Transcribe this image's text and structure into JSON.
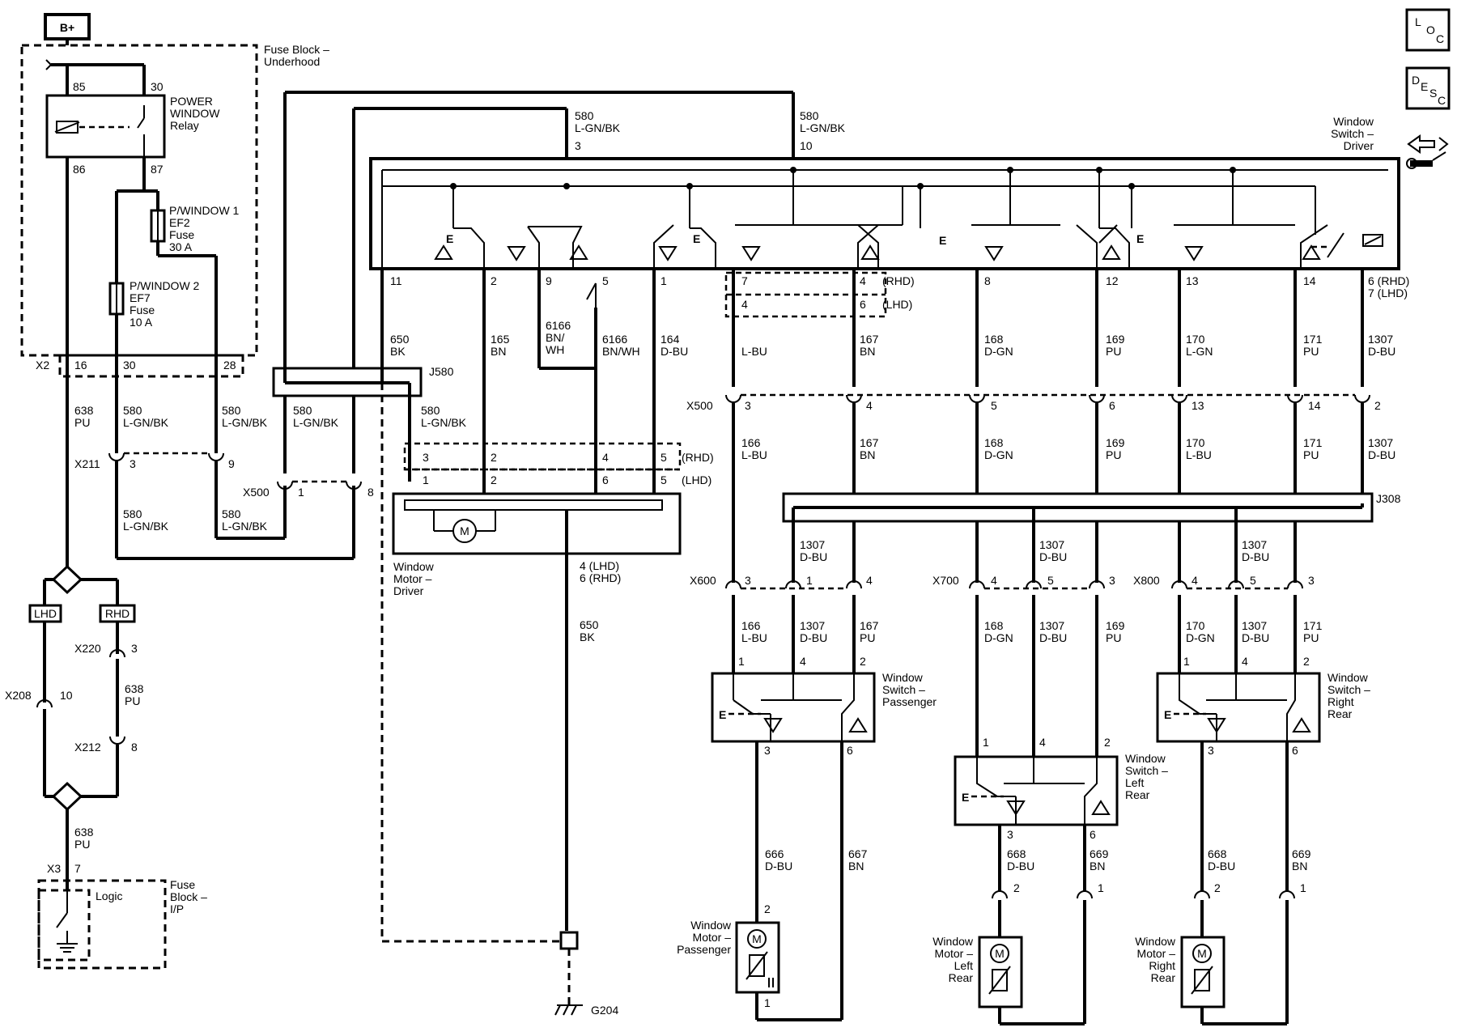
{
  "header": {
    "battery": "B+",
    "loc_letters": [
      "L",
      "O",
      "C"
    ],
    "desc_letters": [
      "D",
      "E",
      "S",
      "C"
    ]
  },
  "fuse_block_underhood": {
    "title_line1": "Fuse Block –",
    "title_line2": "Underhood",
    "relay_label": [
      "POWER",
      "WINDOW",
      "Relay"
    ],
    "relay_pins": [
      "85",
      "30",
      "86",
      "87"
    ],
    "fuse1": [
      "P/WINDOW 1",
      "EF2",
      "Fuse",
      "30 A"
    ],
    "fuse2": [
      "P/WINDOW 2",
      "EF7",
      "Fuse",
      "10 A"
    ],
    "connector": "X2",
    "connector_pins": [
      "16",
      "30",
      "28"
    ]
  },
  "circuits": {
    "c638": [
      "638",
      "PU"
    ],
    "c580": [
      "580",
      "L-GN/BK"
    ],
    "c650": [
      "650",
      "BK"
    ],
    "c165": [
      "165",
      "BN"
    ],
    "c6166a": [
      "6166",
      "BN/",
      "WH"
    ],
    "c6166b": [
      "6166",
      "BN/WH"
    ],
    "c164": [
      "164",
      "D-BU"
    ],
    "c166": "L-BU",
    "c166b": [
      "166",
      "L-BU"
    ],
    "c167": [
      "167",
      "BN"
    ],
    "c168": [
      "168",
      "D-GN"
    ],
    "c169": [
      "169",
      "PU"
    ],
    "c170": [
      "170",
      "L-GN"
    ],
    "c170b": [
      "170",
      "L-BU"
    ],
    "c171": [
      "171",
      "PU"
    ],
    "c1307": [
      "1307",
      "D-BU"
    ],
    "c167pu": [
      "167",
      "PU"
    ],
    "c170dgn": [
      "170",
      "D-GN"
    ],
    "c666": [
      "666",
      "D-BU"
    ],
    "c667": [
      "667",
      "BN"
    ],
    "c668": [
      "668",
      "D-BU"
    ],
    "c669": [
      "669",
      "BN"
    ]
  },
  "driver_switch": {
    "title": [
      "Window",
      "Switch –",
      "Driver"
    ],
    "top_580_left": [
      "580",
      "L-GN/BK",
      "3"
    ],
    "top_580_right": [
      "580",
      "L-GN/BK",
      "10"
    ],
    "pins": [
      "11",
      "2",
      "9",
      "5",
      "1",
      "7",
      "4",
      "4",
      "6",
      "8",
      "12",
      "13",
      "14",
      "6 (RHD)",
      "7 (LHD)"
    ],
    "rhd": "(RHD)",
    "lhd": "(LHD)"
  },
  "connectors": {
    "J580": "J580",
    "J308": "J308",
    "X211": "X211",
    "X211_pins": [
      "3",
      "9"
    ],
    "X500_left": "X500",
    "X500_left_pins": [
      "1",
      "8"
    ],
    "X500_right": "X500",
    "X500_right_pins": [
      "3",
      "4",
      "5",
      "6",
      "13",
      "14",
      "2"
    ],
    "X600": "X600",
    "X600_pins": [
      "3",
      "1",
      "4"
    ],
    "X700": "X700",
    "X700_pins": [
      "4",
      "5",
      "3"
    ],
    "X800": "X800",
    "X800_pins": [
      "4",
      "5",
      "3"
    ],
    "X220": "X220",
    "X220_pin": "3",
    "X208": "X208",
    "X208_pin": "10",
    "X212": "X212",
    "X212_pin": "8",
    "X3": "X3",
    "X3_pin": "7",
    "lhd_box": "LHD",
    "rhd_box": "RHD"
  },
  "driver_motor": {
    "title": [
      "Window",
      "Motor –",
      "Driver"
    ],
    "rhd_pins": [
      "3",
      "2",
      "4",
      "5"
    ],
    "lhd_pins": [
      "1",
      "2",
      "6",
      "5"
    ],
    "ground_pin": [
      "4 (LHD)",
      "6 (RHD)"
    ],
    "motor_symbol": "M"
  },
  "passenger_switch": {
    "title": [
      "Window",
      "Switch –",
      "Passenger"
    ],
    "pins_top": [
      "1",
      "4",
      "2"
    ],
    "pins_bottom": [
      "3",
      "6"
    ]
  },
  "left_rear_switch": {
    "title": [
      "Window",
      "Switch –",
      "Left",
      "Rear"
    ],
    "pins_top": [
      "1",
      "4",
      "2"
    ],
    "pins_bottom": [
      "3",
      "6"
    ]
  },
  "right_rear_switch": {
    "title": [
      "Window",
      "Switch –",
      "Right",
      "Rear"
    ],
    "pins_top": [
      "1",
      "4",
      "2"
    ],
    "pins_bottom": [
      "3",
      "6"
    ]
  },
  "passenger_motor": {
    "title": [
      "Window",
      "Motor –",
      "Passenger"
    ],
    "pins": [
      "2",
      "1"
    ]
  },
  "left_rear_motor": {
    "title": [
      "Window",
      "Motor –",
      "Left",
      "Rear"
    ],
    "pins": [
      "2",
      "1"
    ]
  },
  "right_rear_motor": {
    "title": [
      "Window",
      "Motor –",
      "Right",
      "Rear"
    ],
    "pins": [
      "2",
      "1"
    ]
  },
  "fuse_block_ip": {
    "title": [
      "Fuse",
      "Block –",
      "I/P"
    ],
    "logic": "Logic"
  },
  "ground": "G204"
}
